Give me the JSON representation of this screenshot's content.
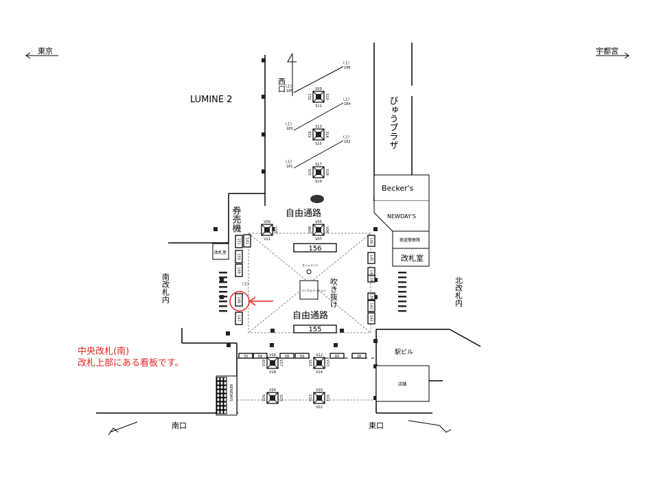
{
  "directions": {
    "left": "東京",
    "right": "宇都宮"
  },
  "areas": {
    "lumine": "LUMINE 2",
    "west_exit": "西口",
    "ticket_machines": "券売機",
    "view_plaza": "びゅうプラザ",
    "beckers": "Becker's",
    "newdays_north": "NEWDAY'S",
    "railway_police": "鉄道警察隊",
    "ticket_office_north": "改札室",
    "ticket_office_south": "改札室",
    "north_gate_inside": "北改札内",
    "south_gate_inside": "南改札内",
    "free_passage_top": "自由通路",
    "free_passage_center": "自由通路",
    "atrium": "吹き抜け",
    "monument": "モニュメント",
    "information": "インフォメーション",
    "station_building": "駅ビル",
    "shop": "店舗",
    "newdays_south": "NEWDAYS",
    "south_exit": "南口",
    "east_exit": "東口"
  },
  "ads": {
    "large": [
      "156",
      "155"
    ],
    "left_column": [
      "151",
      "150",
      "149",
      "148",
      "147"
    ],
    "left_extra": [
      "141",
      "(上)"
    ],
    "right_column": [
      "146",
      "145",
      "144",
      "139",
      "138",
      "143",
      "142"
    ],
    "bottom_row": [
      "70",
      "69",
      "58",
      "59",
      "60",
      "28"
    ],
    "upper_pairs": [
      {
        "a": "(上)",
        "an": "186",
        "b": "(上)",
        "bn": "185"
      },
      {
        "a": "(上)",
        "an": "184",
        "b": "(上)",
        "bn": "183"
      },
      {
        "a": "(上)",
        "an": "182",
        "b": "(上)",
        "bn": "181"
      }
    ]
  },
  "pillars": {
    "s1": [
      "S09",
      "S10",
      "S11",
      "S12"
    ],
    "s2": [
      "S13",
      "S14",
      "S15",
      "S16"
    ],
    "s3": [
      "S17",
      "S18",
      "S19",
      "S20"
    ],
    "v1": [
      "V09",
      "V10",
      "V11"
    ],
    "v2": [
      "V05",
      "V06",
      "V07",
      "V08"
    ],
    "v3": [
      "V16",
      "V17",
      "V18",
      "V19"
    ],
    "v4": [
      "V12",
      "V13",
      "V14",
      "V15"
    ],
    "v5": [
      "V24",
      "V25",
      "V26"
    ],
    "v6": [
      "V20",
      "V21",
      "V22",
      "V23"
    ]
  },
  "highlight": {
    "line1": "中央改札(南)",
    "line2": "改札上部にある看板です。",
    "color": "#e8231f"
  }
}
